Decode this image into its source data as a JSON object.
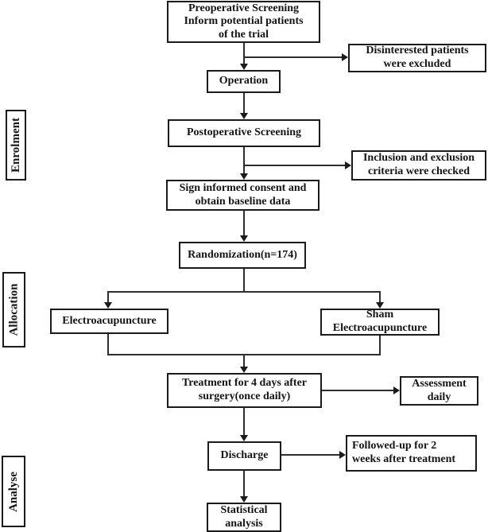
{
  "side_labels": [
    {
      "label": "Enrolment"
    },
    {
      "label": "Allocation"
    },
    {
      "label": "Analyse"
    }
  ],
  "nodes": {
    "preoperative": {
      "lines": [
        "Preoperative Screening",
        "Inform potential patients",
        "of the trial"
      ]
    },
    "disinterested": {
      "lines": [
        "Disinterested patients",
        "were excluded"
      ]
    },
    "operation": {
      "lines": [
        "Operation"
      ]
    },
    "postoperative": {
      "lines": [
        "Postoperative Screening"
      ]
    },
    "inclusion": {
      "lines": [
        "Inclusion and exclusion",
        "criteria were checked"
      ]
    },
    "consent": {
      "lines": [
        "Sign informed consent and",
        "obtain baseline data"
      ]
    },
    "randomization": {
      "lines": [
        "Randomization(n=174)"
      ]
    },
    "electroacupuncture": {
      "lines": [
        "Electroacupuncture"
      ]
    },
    "sham": {
      "lines": [
        "Sham",
        "Electroacupuncture"
      ]
    },
    "treatment": {
      "lines": [
        "Treatment for 4 days after",
        "surgery(once daily)"
      ]
    },
    "assessment": {
      "lines": [
        "Assessment",
        "daily"
      ]
    },
    "discharge": {
      "lines": [
        "Discharge"
      ]
    },
    "followup": {
      "lines": [
        "Followed-up for 2",
        "weeks after treatment"
      ]
    },
    "statistical": {
      "lines": [
        "Statistical",
        "analysis"
      ]
    }
  },
  "colors": {
    "background": "#ffffff",
    "box_border": "#1b1b1b",
    "text": "#141414",
    "connector": "#2e2e2e"
  }
}
